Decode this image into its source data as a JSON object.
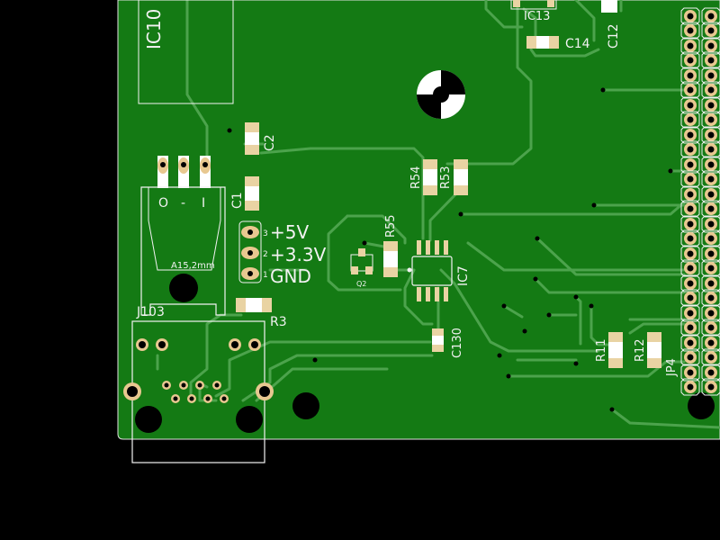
{
  "colors": {
    "background": "#000000",
    "board": "#147a14",
    "trace": "#4ca34c",
    "silkscreen": "#f2f2f2",
    "pad_copper": "#e8c890",
    "smd_pad": "#e9d3a3",
    "drill": "#000000"
  },
  "labels": {
    "ic10": "IC10",
    "ic13": "IC13",
    "c14": "C14",
    "c12": "C12",
    "c2": "C2",
    "c1": "C1",
    "r54": "R54",
    "r53": "R53",
    "r55": "R55",
    "ic7": "IC7",
    "q2": "Q2",
    "jp_5v": "+5V",
    "jp_33v": "+3.3V",
    "jp_gnd": "GND",
    "pin3": "3",
    "pin2": "2",
    "pin1": "1",
    "reg_o": "O",
    "reg_dash": "-",
    "reg_i": "I",
    "heatsink": "A15,2mm",
    "j103": "J103",
    "r3": "R3",
    "c130": "C130",
    "r11": "R11",
    "r12": "R12",
    "jp4": "JP4"
  }
}
